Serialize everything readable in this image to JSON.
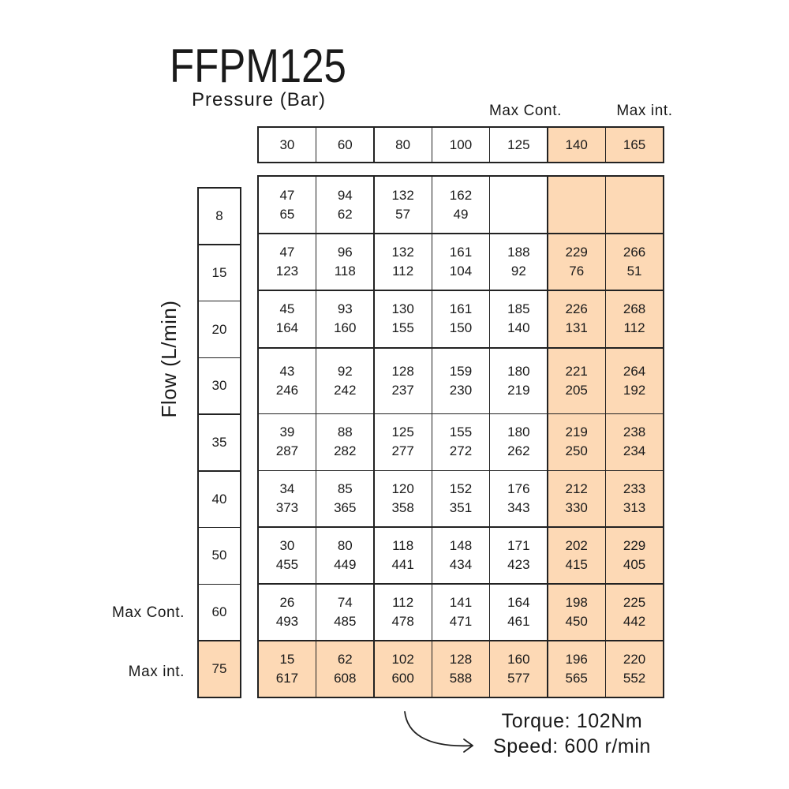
{
  "colors": {
    "highlight": "#FDD9B5",
    "line": "#222222",
    "text": "#1a1a1a"
  },
  "icons": {
    "legend_arrow": "curved-arrow-icon"
  },
  "chart_data": {
    "type": "table",
    "title": "FFPM125",
    "xlabel": "Pressure (Bar)",
    "ylabel": "Flow (L/min)",
    "columns": [
      30,
      60,
      80,
      100,
      125,
      140,
      165
    ],
    "highlighted_columns": [
      140,
      165
    ],
    "highlighted_rows": [
      75
    ],
    "column_markers": [
      {
        "column": 125,
        "label": "Max Cont."
      },
      {
        "column": 165,
        "label": "Max int."
      }
    ],
    "row_markers": [
      {
        "row": 60,
        "label": "Max Cont."
      },
      {
        "row": 75,
        "label": "Max int."
      }
    ],
    "rows": [
      {
        "flow": 8,
        "cells": [
          {
            "torque": 47,
            "speed": 65
          },
          {
            "torque": 94,
            "speed": 62
          },
          {
            "torque": 132,
            "speed": 57
          },
          {
            "torque": 162,
            "speed": 49
          },
          null,
          null,
          null
        ]
      },
      {
        "flow": 15,
        "cells": [
          {
            "torque": 47,
            "speed": 123
          },
          {
            "torque": 96,
            "speed": 118
          },
          {
            "torque": 132,
            "speed": 112
          },
          {
            "torque": 161,
            "speed": 104
          },
          {
            "torque": 188,
            "speed": 92
          },
          {
            "torque": 229,
            "speed": 76
          },
          {
            "torque": 266,
            "speed": 51
          }
        ]
      },
      {
        "flow": 20,
        "cells": [
          {
            "torque": 45,
            "speed": 164
          },
          {
            "torque": 93,
            "speed": 160
          },
          {
            "torque": 130,
            "speed": 155
          },
          {
            "torque": 161,
            "speed": 150
          },
          {
            "torque": 185,
            "speed": 140
          },
          {
            "torque": 226,
            "speed": 131
          },
          {
            "torque": 268,
            "speed": 112
          }
        ]
      },
      {
        "flow": 30,
        "cells": [
          {
            "torque": 43,
            "speed": 246
          },
          {
            "torque": 92,
            "speed": 242
          },
          {
            "torque": 128,
            "speed": 237
          },
          {
            "torque": 159,
            "speed": 230
          },
          {
            "torque": 180,
            "speed": 219
          },
          {
            "torque": 221,
            "speed": 205
          },
          {
            "torque": 264,
            "speed": 192
          }
        ]
      },
      {
        "flow": 35,
        "cells": [
          {
            "torque": 39,
            "speed": 287
          },
          {
            "torque": 88,
            "speed": 282
          },
          {
            "torque": 125,
            "speed": 277
          },
          {
            "torque": 155,
            "speed": 272
          },
          {
            "torque": 180,
            "speed": 262
          },
          {
            "torque": 219,
            "speed": 250
          },
          {
            "torque": 238,
            "speed": 234
          }
        ]
      },
      {
        "flow": 40,
        "cells": [
          {
            "torque": 34,
            "speed": 373
          },
          {
            "torque": 85,
            "speed": 365
          },
          {
            "torque": 120,
            "speed": 358
          },
          {
            "torque": 152,
            "speed": 351
          },
          {
            "torque": 176,
            "speed": 343
          },
          {
            "torque": 212,
            "speed": 330
          },
          {
            "torque": 233,
            "speed": 313
          }
        ]
      },
      {
        "flow": 50,
        "cells": [
          {
            "torque": 30,
            "speed": 455
          },
          {
            "torque": 80,
            "speed": 449
          },
          {
            "torque": 118,
            "speed": 441
          },
          {
            "torque": 148,
            "speed": 434
          },
          {
            "torque": 171,
            "speed": 423
          },
          {
            "torque": 202,
            "speed": 415
          },
          {
            "torque": 229,
            "speed": 405
          }
        ]
      },
      {
        "flow": 60,
        "cells": [
          {
            "torque": 26,
            "speed": 493
          },
          {
            "torque": 74,
            "speed": 485
          },
          {
            "torque": 112,
            "speed": 478
          },
          {
            "torque": 141,
            "speed": 471
          },
          {
            "torque": 164,
            "speed": 461
          },
          {
            "torque": 198,
            "speed": 450
          },
          {
            "torque": 225,
            "speed": 442
          }
        ]
      },
      {
        "flow": 75,
        "cells": [
          {
            "torque": 15,
            "speed": 617
          },
          {
            "torque": 62,
            "speed": 608
          },
          {
            "torque": 102,
            "speed": 600
          },
          {
            "torque": 128,
            "speed": 588
          },
          {
            "torque": 160,
            "speed": 577
          },
          {
            "torque": 196,
            "speed": 565
          },
          {
            "torque": 220,
            "speed": 552
          }
        ]
      }
    ],
    "legend": {
      "torque": "Torque: 102Nm",
      "speed": "Speed: 600 r/min"
    }
  }
}
